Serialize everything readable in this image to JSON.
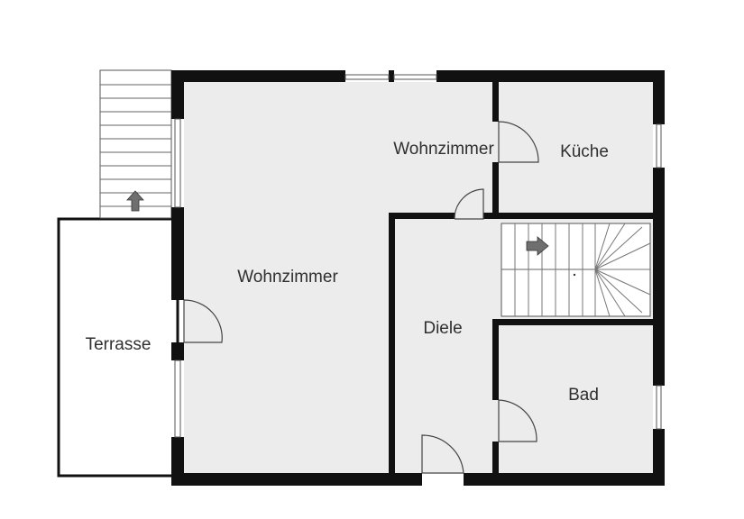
{
  "floorplan": {
    "rooms": [
      {
        "id": "terrasse",
        "label": "Terrasse"
      },
      {
        "id": "wohnzimmer-main",
        "label": "Wohnzimmer"
      },
      {
        "id": "wohnzimmer-upper",
        "label": "Wohnzimmer"
      },
      {
        "id": "kueche",
        "label": "Küche"
      },
      {
        "id": "diele",
        "label": "Diele"
      },
      {
        "id": "bad",
        "label": "Bad"
      }
    ],
    "colors": {
      "wall": "#111111",
      "floor": "#ececec",
      "terrace": "#ffffff",
      "line": "#444444",
      "arrow": "#666666"
    }
  }
}
